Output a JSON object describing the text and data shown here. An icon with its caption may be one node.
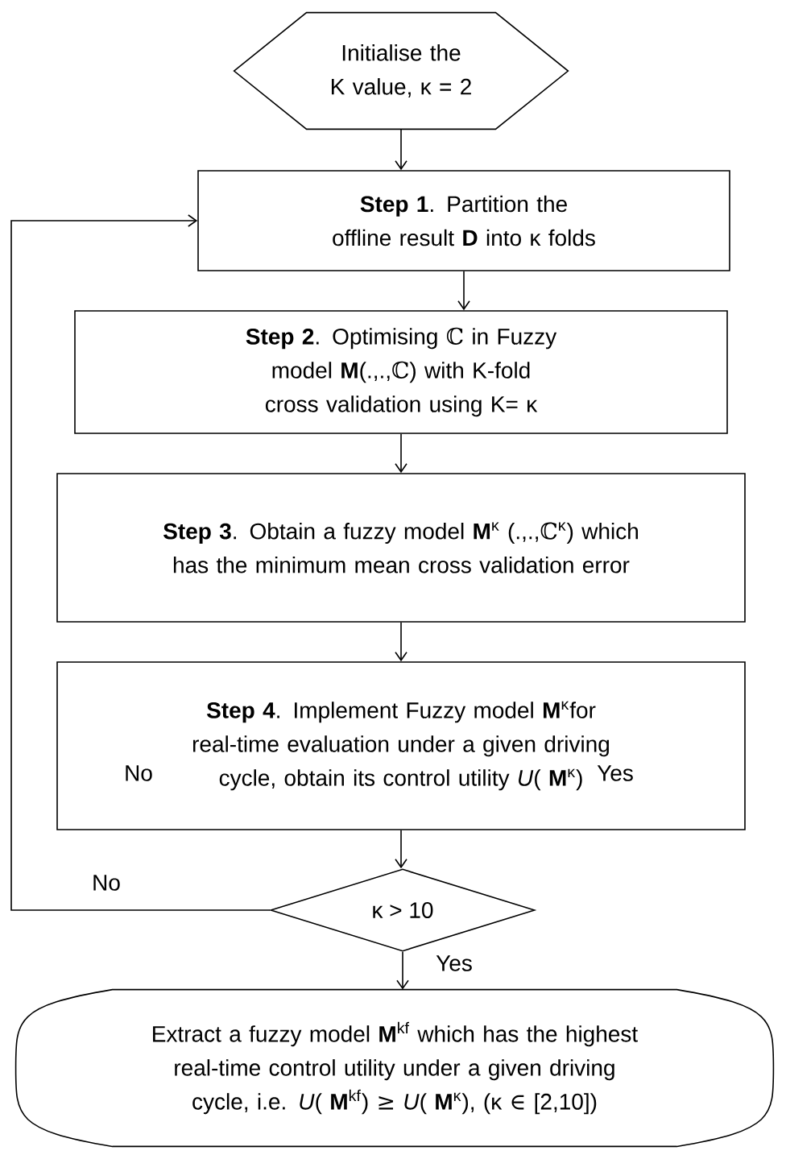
{
  "diagram": {
    "nodes": [
      {
        "text": [
          "Initialise the K value, κ = 2"
        ]
      },
      {
        "text": [
          "**Step 1**. Partition the offline result **D** into κ folds"
        ]
      },
      {
        "text": [
          "**Step 2**. Optimising ℂ in Fuzzy model **M**(.,.,ℂ) with K-fold cross validation using K= κ"
        ]
      },
      {
        "text": [
          "**Step 3**. Obtain a fuzzy model **M**$^{κ}$ (.,.,ℂ$^{κ}$) which has the minimum mean cross validation error"
        ]
      },
      {
        "text": [
          "**Step 4**. Implement Fuzzy model **M**$^{κ}$for real-time evaluation under a given driving cycle, obtain its control utility *U*( **M**$^{κ}$)"
        ]
      },
      {
        "text": [
          "κ > 10"
        ]
      },
      {
        "text": [
          "Extract a fuzzy model **M**$^{kf}$ which has the highest real-time control utility under a given driving cycle, i.e. *U*( **M**$^{kf}$) ≥ *U*( **M**$^{κ}$), (κ ∈ [2,10])"
        ]
      }
    ],
    "edges": [
      {
        "from": 0,
        "to": 1,
        "arrow": "to"
      },
      {
        "from": 1,
        "to": 2,
        "arrow": "to"
      },
      {
        "from": 2,
        "to": 3,
        "arrow": "to"
      },
      {
        "from": 3,
        "to": 4,
        "arrow": "to"
      },
      {
        "from": 4,
        "to": 5,
        "arrow": "to"
      },
      {
        "from": 5,
        "to": 1,
        "arrow": "to",
        "label": "No"
      },
      {
        "from": 5,
        "to": 6,
        "arrow": "to",
        "label": "Yes"
      }
    ],
    "labels": [
      "No",
      "Yes"
    ]
  }
}
